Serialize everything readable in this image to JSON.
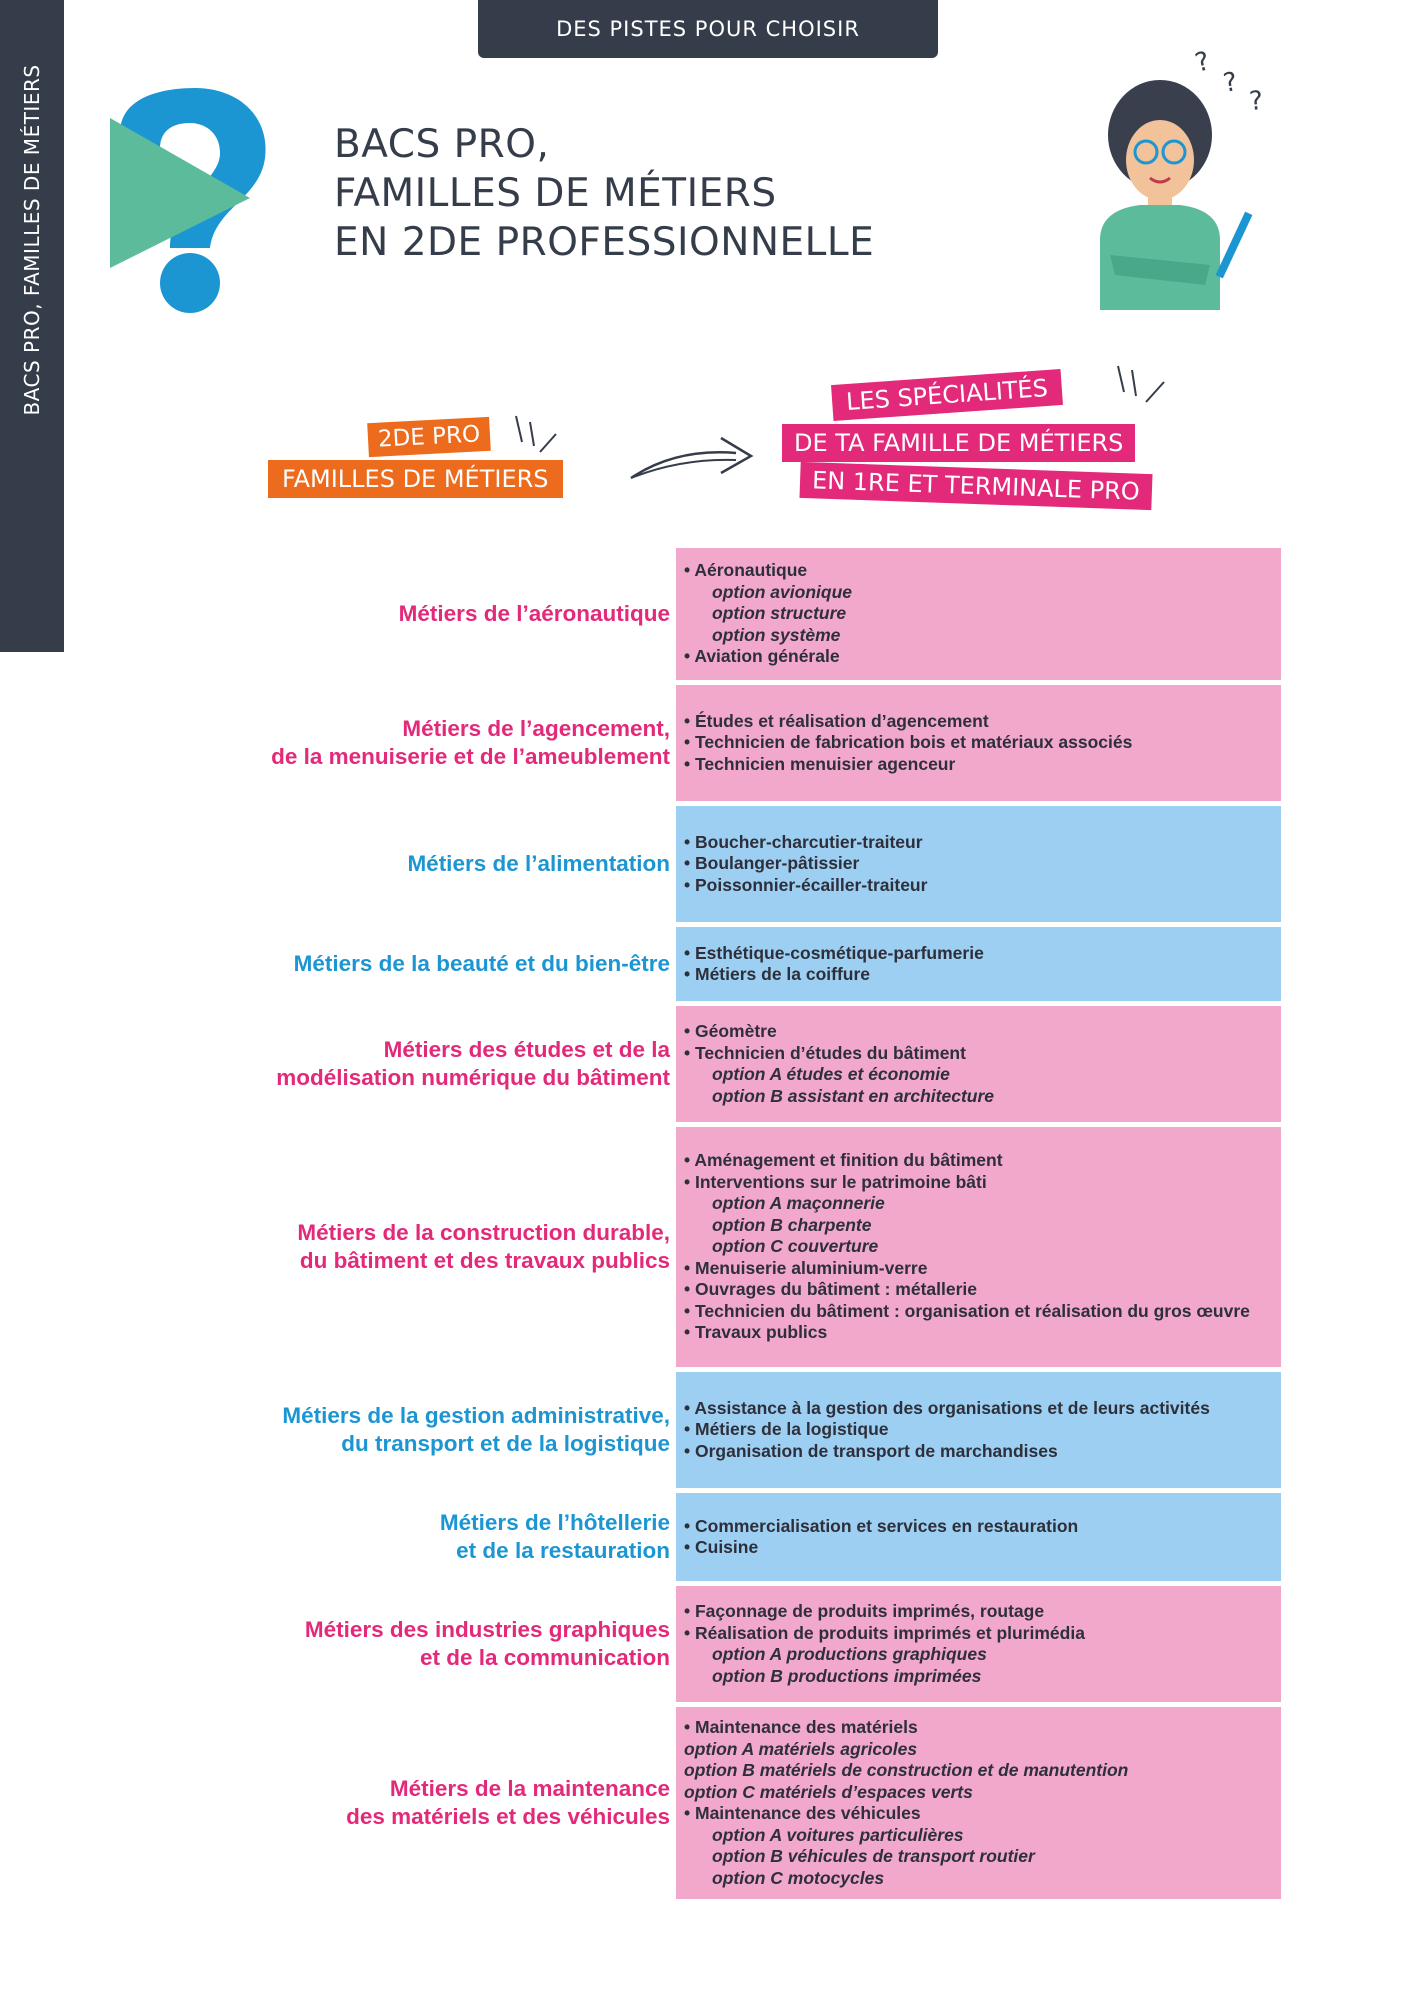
{
  "sidebar": {
    "text": "BACS PRO, FAMILLES DE MÉTIERS"
  },
  "banner": {
    "text": "DES PISTES POUR CHOISIR"
  },
  "title": {
    "line1": "BACS PRO,",
    "line2": "FAMILLES DE MÉTIERS",
    "line3": "EN 2DE PROFESSIONNELLE"
  },
  "tags": {
    "left_line1": "2DE PRO",
    "left_line2": "FAMILLES DE MÉTIERS",
    "right_line1": "LES SPÉCIALITÉS",
    "right_line2": "DE TA FAMILLE DE MÉTIERS",
    "right_line3": "EN 1RE ET TERMINALE PRO"
  },
  "colors": {
    "pink": "#e3297a",
    "blue": "#1c96d3",
    "pink_box": "#f1a8cb",
    "blue_box": "#9ccff1",
    "orange": "#ec6b1c",
    "dark": "#353d4b"
  },
  "families": [
    {
      "label_lines": [
        "Métiers de l’aéronautique"
      ],
      "color": "pink",
      "items": [
        {
          "t": "• Aéronautique"
        },
        {
          "o": "option avionique"
        },
        {
          "o": "option structure"
        },
        {
          "o": "option système"
        },
        {
          "t": "• Aviation générale"
        }
      ]
    },
    {
      "label_lines": [
        "Métiers de l’agencement,",
        "de la menuiserie et de l’ameublement"
      ],
      "color": "pink",
      "items": [
        {
          "t": "• Études et réalisation d’agencement"
        },
        {
          "t": "• Technicien de fabrication bois et matériaux associés"
        },
        {
          "t": "• Technicien menuisier agenceur"
        }
      ]
    },
    {
      "label_lines": [
        "Métiers de l’alimentation"
      ],
      "color": "blue",
      "items": [
        {
          "t": "• Boucher-charcutier-traiteur"
        },
        {
          "t": "• Boulanger-pâtissier"
        },
        {
          "t": "• Poissonnier-écailler-traiteur"
        }
      ]
    },
    {
      "label_lines": [
        "Métiers de la beauté et du bien-être"
      ],
      "color": "blue",
      "items": [
        {
          "t": "• Esthétique-cosmétique-parfumerie"
        },
        {
          "t": "• Métiers de la coiffure"
        }
      ]
    },
    {
      "label_lines": [
        "Métiers des études et de la",
        "modélisation numérique du bâtiment"
      ],
      "color": "pink",
      "items": [
        {
          "t": "• Géomètre"
        },
        {
          "t": "• Technicien d’études du bâtiment"
        },
        {
          "o": "option A études et économie"
        },
        {
          "o": "option B assistant en architecture"
        }
      ]
    },
    {
      "label_lines": [
        "Métiers de la construction durable,",
        "du bâtiment et des travaux publics"
      ],
      "color": "pink",
      "items": [
        {
          "t": "• Aménagement et finition du bâtiment"
        },
        {
          "t": "• Interventions sur le patrimoine bâti"
        },
        {
          "o": "option A maçonnerie"
        },
        {
          "o": "option B charpente"
        },
        {
          "o": "option C couverture"
        },
        {
          "t": "• Menuiserie aluminium-verre"
        },
        {
          "t": "• Ouvrages du bâtiment : métallerie"
        },
        {
          "w": "• Technicien du bâtiment : organisation et réalisation du gros œuvre"
        },
        {
          "t": "• Travaux publics"
        }
      ]
    },
    {
      "label_lines": [
        "Métiers de la gestion administrative,",
        "du transport et de la logistique"
      ],
      "color": "blue",
      "items": [
        {
          "t": "• Assistance à la gestion des organisations et de leurs activités"
        },
        {
          "t": "• Métiers de la logistique"
        },
        {
          "t": "• Organisation de transport de marchandises"
        }
      ]
    },
    {
      "label_lines": [
        "Métiers de l’hôtellerie",
        "et de la restauration"
      ],
      "color": "blue",
      "items": [
        {
          "t": "• Commercialisation et services en restauration"
        },
        {
          "t": "• Cuisine"
        }
      ]
    },
    {
      "label_lines": [
        "Métiers des industries graphiques",
        "et de la communication"
      ],
      "color": "pink",
      "items": [
        {
          "t": "• Façonnage de produits imprimés, routage"
        },
        {
          "t": "• Réalisation de produits imprimés et plurimédia"
        },
        {
          "o": "option A productions graphiques"
        },
        {
          "o": "option B productions imprimées"
        }
      ]
    },
    {
      "label_lines": [
        "Métiers de la maintenance",
        "des matériels et des véhicules"
      ],
      "color": "pink",
      "items": [
        {
          "t": "• Maintenance des matériels"
        },
        {
          "f": "option A matériels agricoles"
        },
        {
          "f": "option B matériels de construction et de manutention"
        },
        {
          "f": "option C matériels d’espaces verts"
        },
        {
          "t": "• Maintenance des véhicules"
        },
        {
          "o": "option A voitures particulières"
        },
        {
          "o": "option B véhicules de transport routier"
        },
        {
          "o": "option C motocycles"
        }
      ]
    }
  ]
}
